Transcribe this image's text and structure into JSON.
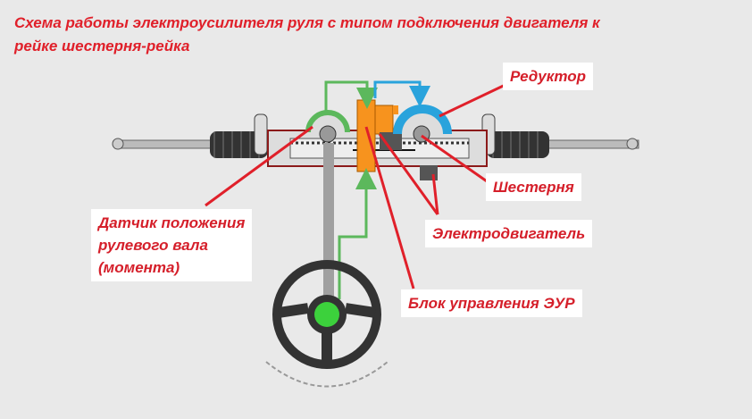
{
  "title": {
    "line1": "Схема работы электроусилителя руля с типом подключения двигателя к",
    "line2": "рейке шестерня-рейка"
  },
  "labels": {
    "reducer": "Редуктор",
    "gear": "Шестерня",
    "motor": "Электродвигатель",
    "ecu": "Блок управления ЭУР",
    "sensor_line1": "Датчик положения",
    "sensor_line2": "рулевого вала",
    "sensor_line3": "(момента)"
  },
  "colors": {
    "accent": "#d51f2a",
    "green": "#5cb85c",
    "blue": "#29a3dc",
    "orange": "#f7931e"
  }
}
